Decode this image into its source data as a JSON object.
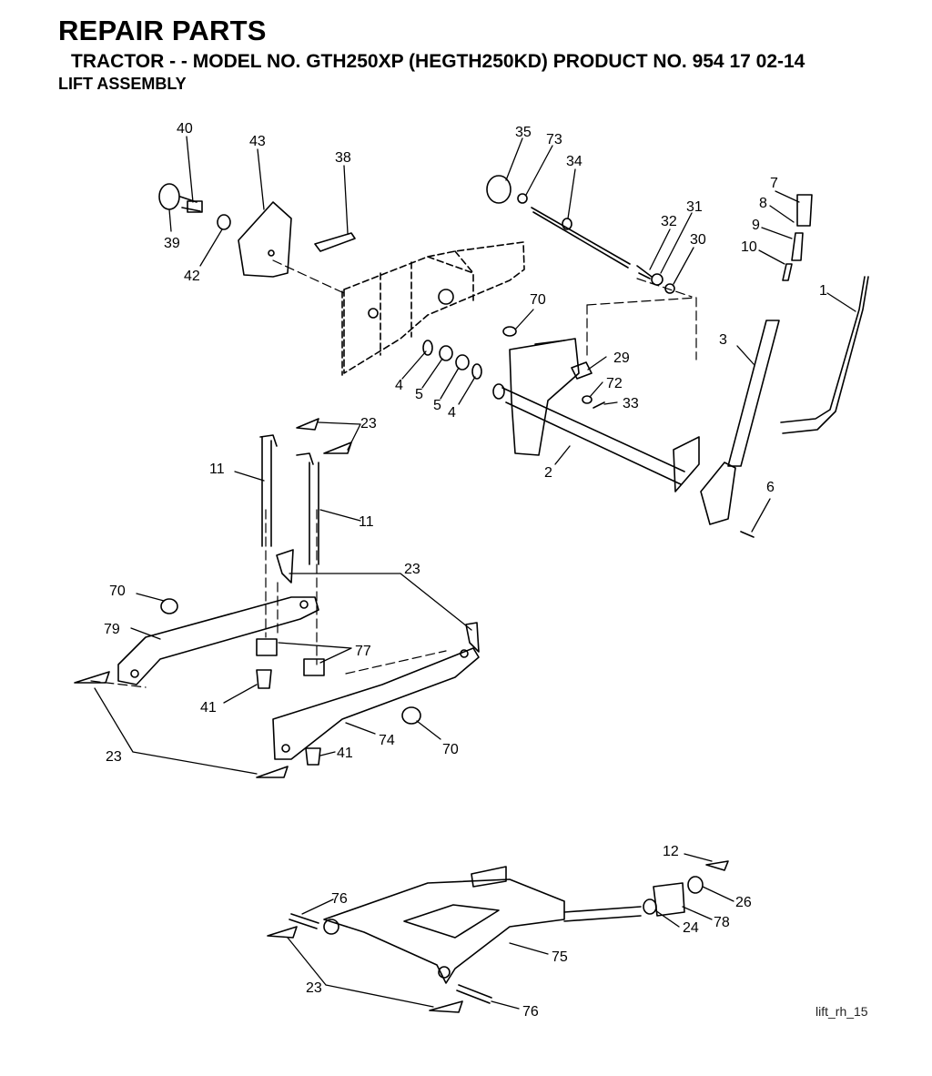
{
  "header": {
    "title": "REPAIR PARTS",
    "subtitle": "TRACTOR - - MODEL NO. GTH250XP (HEGTH250KD) PRODUCT NO. 954 17 02-14",
    "section": "LIFT ASSEMBLY"
  },
  "figure_id": "lift_rh_15",
  "callouts": {
    "c40": "40",
    "c43": "43",
    "c38": "38",
    "c39": "39",
    "c42": "42",
    "c35": "35",
    "c73": "73",
    "c34": "34",
    "c32": "32",
    "c31": "31",
    "c30": "30",
    "c7": "7",
    "c8": "8",
    "c9": "9",
    "c10": "10",
    "c1": "1",
    "c3": "3",
    "c70a": "70",
    "c29": "29",
    "c72": "72",
    "c33": "33",
    "c4a": "4",
    "c5a": "5",
    "c5b": "5",
    "c4b": "4",
    "c2": "2",
    "c6": "6",
    "c23a": "23",
    "c11a": "11",
    "c11b": "11",
    "c23b": "23",
    "c70b": "70",
    "c79": "79",
    "c77": "77",
    "c41a": "41",
    "c74": "74",
    "c70c": "70",
    "c41b": "41",
    "c23c": "23",
    "c12": "12",
    "c76a": "76",
    "c26": "26",
    "c78": "78",
    "c24": "24",
    "c75": "75",
    "c23d": "23",
    "c76b": "76"
  }
}
